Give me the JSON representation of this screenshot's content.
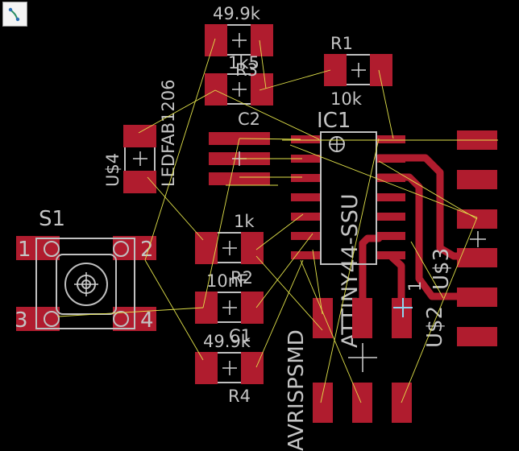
{
  "toolbar": {
    "tool_icon": "route-tool-icon"
  },
  "colors": {
    "background": "#000000",
    "pad": "#b01c2e",
    "silkscreen": "#c4c4c4",
    "airwire": "#e2e24a"
  },
  "labels": {
    "r_top_value": "49.9k",
    "r1_name": "R1",
    "r1_value": "10k",
    "r3_name": "R3",
    "r3_overlap": "1k5",
    "c2_name": "C2",
    "ic1_name": "IC1",
    "ic1_package": "ATTINY44-SSU",
    "led_name": "U$4",
    "led_package": "LEDFAB1206",
    "s1_name": "S1",
    "s1_pin1": "1",
    "s1_pin2": "2",
    "s1_pin3": "3",
    "s1_pin4": "4",
    "r2_value": "1k",
    "r2_name": "R2",
    "c1_value": "10nF",
    "c1_name": "C1",
    "r4_value": "49.9k",
    "r4_name": "R4",
    "isp_name": "AVRISPSMD",
    "isp_pin1": "1",
    "u2_name": "U$2",
    "u3_name": "U$3"
  }
}
